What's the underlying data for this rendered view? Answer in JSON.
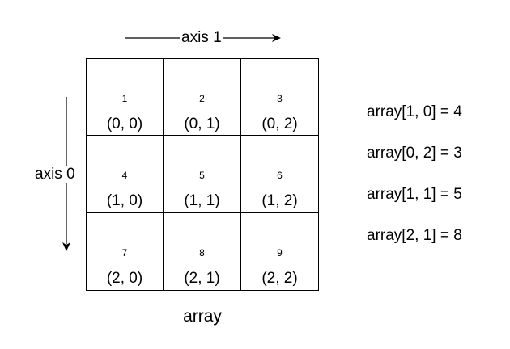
{
  "axis1": {
    "label": "axis 1"
  },
  "axis0": {
    "label": "axis 0"
  },
  "array": {
    "label": "array",
    "cells": [
      {
        "value": "1",
        "index": "(0, 0)"
      },
      {
        "value": "2",
        "index": "(0, 1)"
      },
      {
        "value": "3",
        "index": "(0, 2)"
      },
      {
        "value": "4",
        "index": "(1, 0)"
      },
      {
        "value": "5",
        "index": "(1, 1)"
      },
      {
        "value": "6",
        "index": "(1, 2)"
      },
      {
        "value": "7",
        "index": "(2, 0)"
      },
      {
        "value": "8",
        "index": "(2, 1)"
      },
      {
        "value": "9",
        "index": "(2, 2)"
      }
    ]
  },
  "examples": [
    "array[1, 0] = 4",
    "array[0, 2] = 3",
    "array[1, 1] = 5",
    "array[2, 1] = 8"
  ]
}
